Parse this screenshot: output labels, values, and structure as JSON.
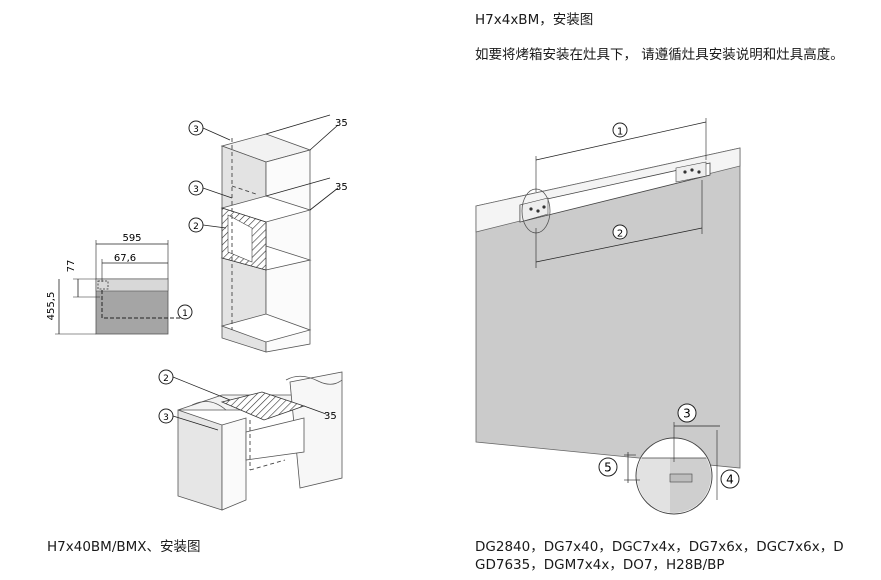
{
  "left": {
    "caption": "H7x40BM/BMX、安装图",
    "dims": {
      "width": "595",
      "depth": "67,6",
      "h_small": "77",
      "h_big": "455,5",
      "gap": "35"
    },
    "callouts": {
      "c1": "1",
      "c2": "2",
      "c3": "3"
    }
  },
  "right": {
    "heading": "H7x4xBM，安装图",
    "instruction": "如要将烤箱安装在灶具下， 请遵循灶具安装说明和灶具高度。",
    "callouts": {
      "c1": "1",
      "c2": "2",
      "c3": "3",
      "c4": "4",
      "c5": "5"
    },
    "models_line1": "DG2840，DG7x40，DGC7x4x，DG7x6x，DGC7x6x，D",
    "models_line2": "GD7635，DGM7x4x，DO7，H28B/BP"
  }
}
